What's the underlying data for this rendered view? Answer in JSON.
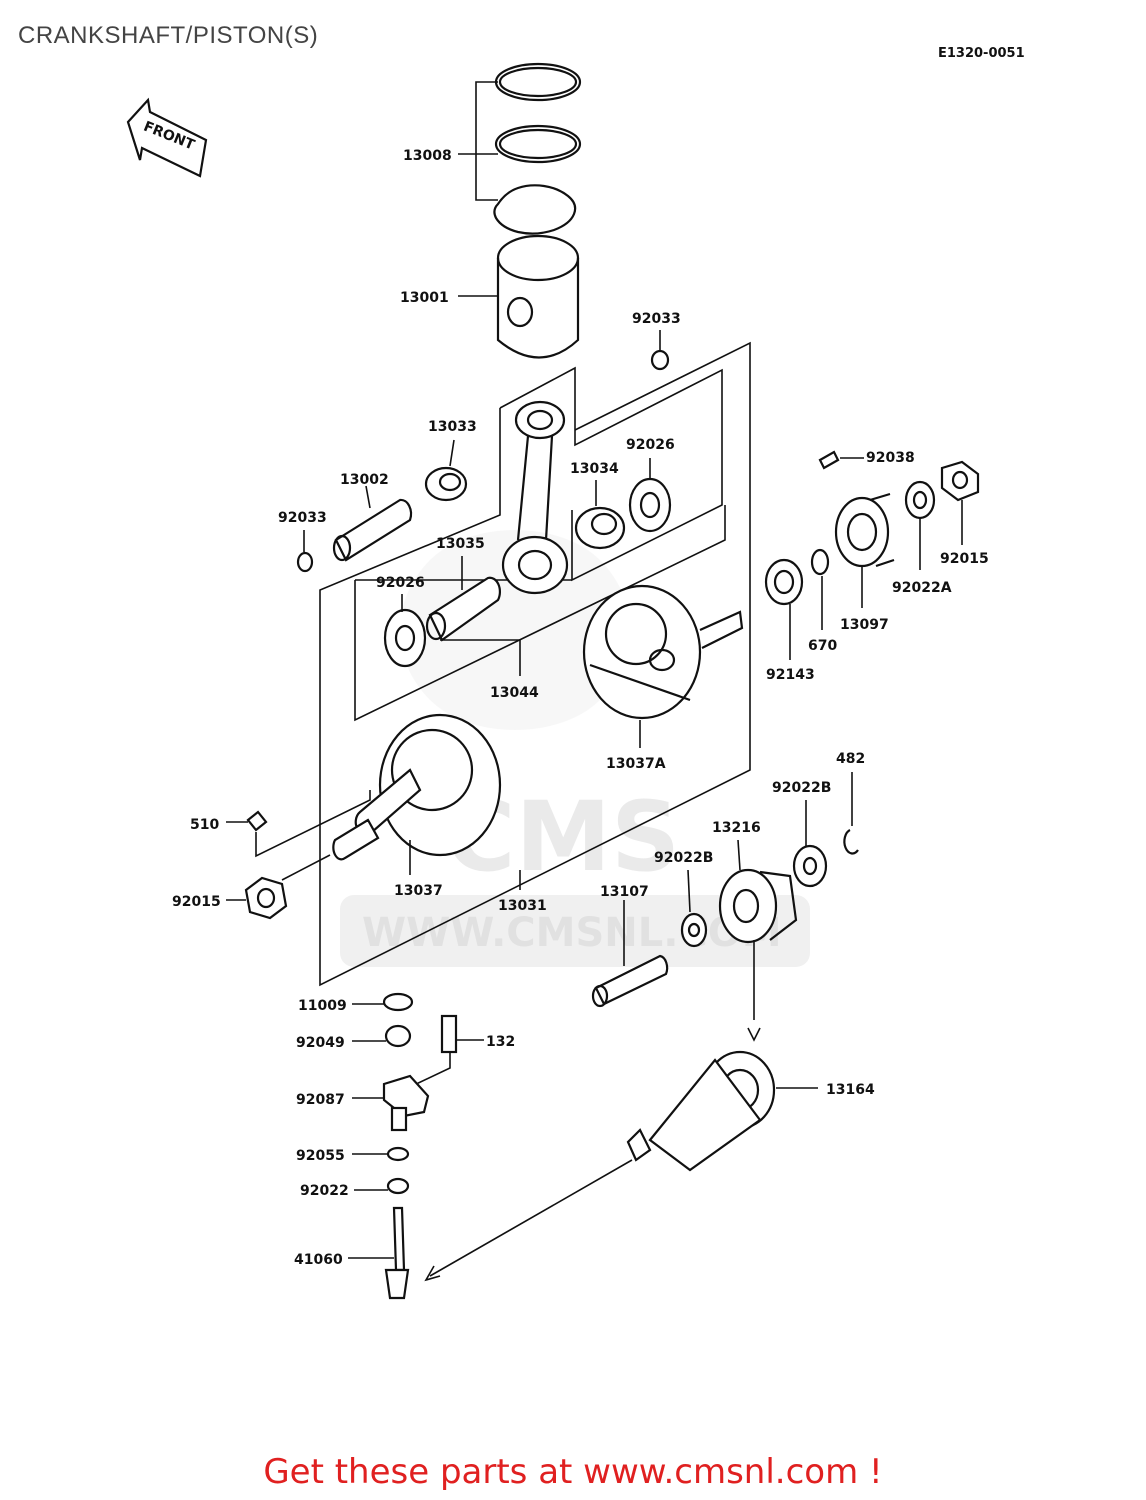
{
  "header": {
    "title": "CRANKSHAFT/PISTON(S)",
    "diagram_code": "E1320-0051",
    "front_arrow_label": "FRONT"
  },
  "watermark": {
    "brand": "CMS",
    "url": "WWW.CMSNL.COM"
  },
  "parts": {
    "p13008": "13008",
    "p13001": "13001",
    "p92033_top": "92033",
    "p13033": "13033",
    "p92026_top": "92026",
    "p13002": "13002",
    "p13034": "13034",
    "p92038": "92038",
    "p92033_left": "92033",
    "p13035": "13035",
    "p92015_right": "92015",
    "p92022A": "92022A",
    "p92026_left": "92026",
    "p13097": "13097",
    "p670": "670",
    "p13044": "13044",
    "p92143": "92143",
    "p13037A": "13037A",
    "p482": "482",
    "p92022B_top": "92022B",
    "p510": "510",
    "p13216": "13216",
    "p92022B_mid": "92022B",
    "p13037": "13037",
    "p13107": "13107",
    "p13031": "13031",
    "p92015_left": "92015",
    "p11009": "11009",
    "p92049": "92049",
    "p132": "132",
    "p92087": "92087",
    "p13164": "13164",
    "p92055": "92055",
    "p92022": "92022",
    "p41060": "41060"
  },
  "footer": {
    "cta": "Get these parts at www.cmsnl.com !"
  }
}
